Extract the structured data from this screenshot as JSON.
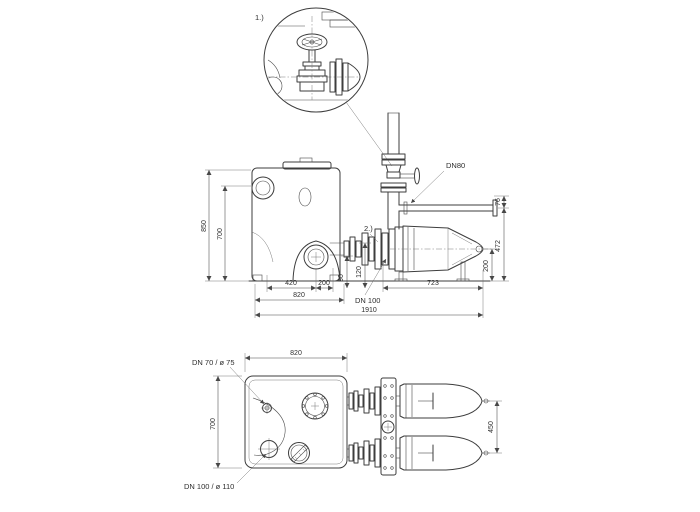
{
  "page": {
    "background": "#ffffff",
    "line_color": "#3d3d3d",
    "text_color": "#2e2e2e"
  },
  "detail": {
    "label": "1.)"
  },
  "side_view": {
    "labels": {
      "valve": "DN80",
      "coupling_ref": "2.)",
      "outlet": "DN 100"
    },
    "dims": {
      "d420": "420",
      "d200": "200",
      "d90": "90",
      "d120": "120",
      "d820": "820",
      "d723": "723",
      "d1910": "1910",
      "h850": "850",
      "h700": "700",
      "r76": "76",
      "r472": "472",
      "r200": "200"
    }
  },
  "plan_view": {
    "labels": {
      "vent": "DN 70 /  ø 75",
      "inlet": "DN 100 /  ø 110"
    },
    "dims": {
      "d820": "820",
      "d700": "700",
      "d450": "450"
    }
  }
}
